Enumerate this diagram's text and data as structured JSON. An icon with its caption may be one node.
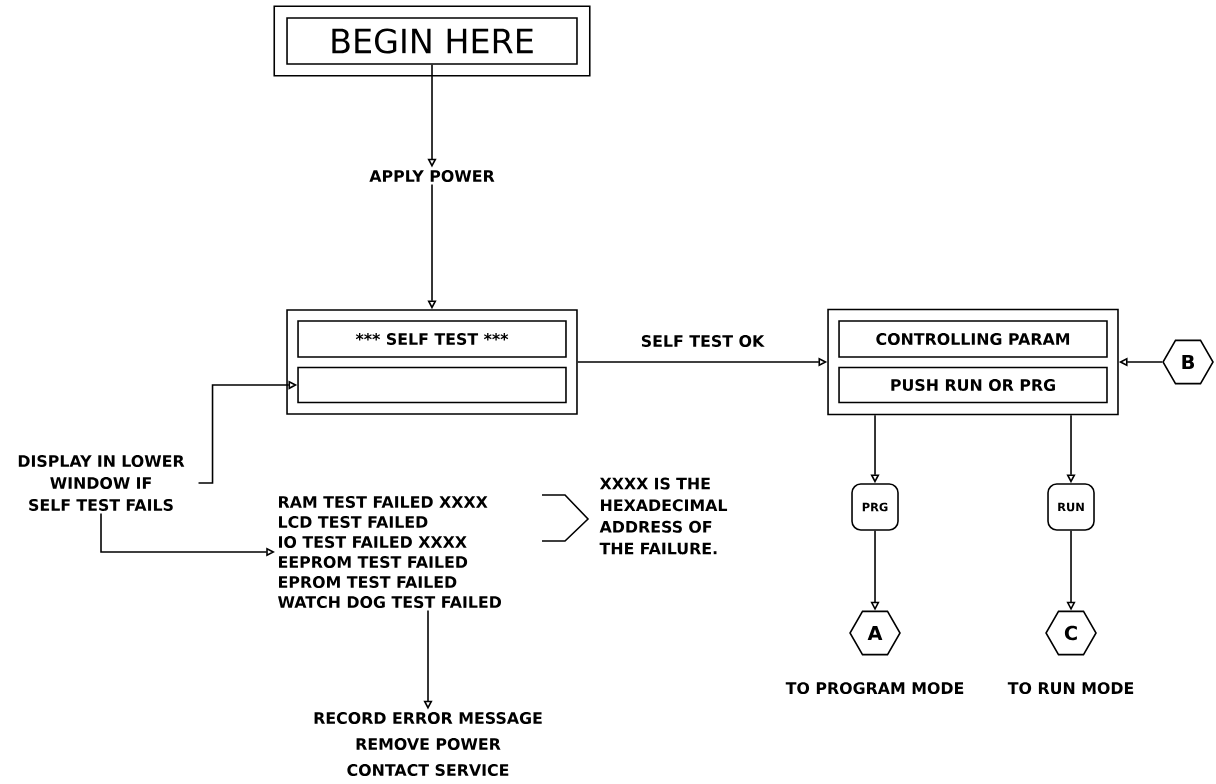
{
  "diagram": {
    "nodes": [
      {
        "text": [
          "BEGIN HERE"
        ]
      },
      {
        "text": [
          "APPLY POWER"
        ]
      },
      {
        "text": [],
        "shape": "box"
      },
      {
        "text": [
          "*** SELF TEST ***"
        ],
        "in": 2
      },
      {
        "text": [],
        "shape": "box",
        "in": 2
      },
      {
        "text": [
          "DISPLAY IN LOWER WINDOW IF SELF TEST FAILS"
        ]
      },
      {
        "text": [
          "RAM TEST FAILED XXXX",
          "LCD TEST FAILED",
          "IO TEST FAILED XXXX",
          "EEPROM TEST FAILED",
          "EPROM TEST FAILED",
          "WATCH DOG TEST FAILED"
        ]
      },
      {
        "text": [
          "XXXX IS THE HEXADECIMAL ADDRESS OF THE FAILURE."
        ]
      },
      {
        "text": [
          "RECORD ERROR MESSAGE",
          "REMOVE POWER",
          "CONTACT SERVICE"
        ]
      },
      {
        "text": [],
        "shape": "box"
      },
      {
        "text": [
          "CONTROLLING PARAM"
        ],
        "in": 9
      },
      {
        "text": [
          "PUSH RUN OR PRG"
        ],
        "in": 9
      },
      {
        "text": [
          "B"
        ]
      },
      {
        "text": [
          "PRG"
        ]
      },
      {
        "text": [
          "RUN"
        ]
      },
      {
        "text": [
          "A"
        ],
        "beside": [
          "TO PROGRAM MODE"
        ]
      },
      {
        "text": [
          "C"
        ],
        "beside": [
          "TO RUN MODE"
        ]
      }
    ],
    "edges": [
      {
        "from": 0,
        "to": 1,
        "arrow": "to"
      },
      {
        "from": 1,
        "to": 2,
        "arrow": "to"
      },
      {
        "from": 5,
        "to": 4,
        "arrow": "to"
      },
      {
        "from": 5,
        "to": 6,
        "arrow": "to"
      },
      {
        "from": 6,
        "to": 8,
        "arrow": "to"
      },
      {
        "from": 2,
        "to": 9,
        "arrow": "to",
        "label": "SELF TEST OK"
      },
      {
        "from": 12,
        "to": 9,
        "arrow": "to"
      },
      {
        "from": 9,
        "to": 13,
        "arrow": "to"
      },
      {
        "from": 13,
        "to": 15,
        "arrow": "to"
      },
      {
        "from": 9,
        "to": 14,
        "arrow": "to"
      },
      {
        "from": 14,
        "to": 16,
        "arrow": "to"
      }
    ]
  }
}
